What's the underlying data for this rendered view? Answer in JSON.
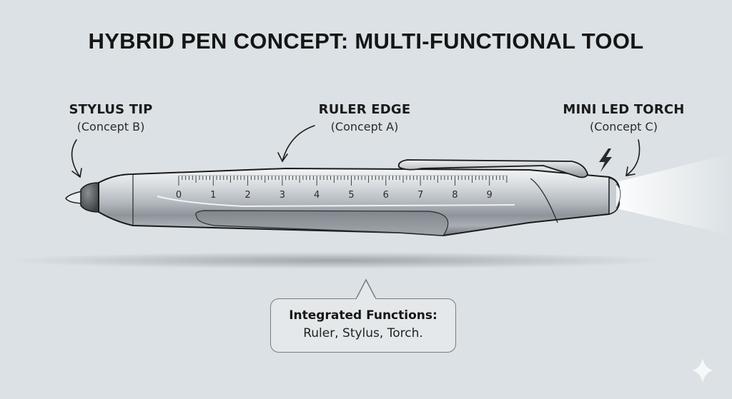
{
  "title": "HYBRID PEN CONCEPT: MULTI-FUNCTIONAL TOOL",
  "labels": {
    "stylus": {
      "head": "STYLUS TIP",
      "sub": "(Concept B)"
    },
    "ruler": {
      "head": "RULER EDGE",
      "sub": "(Concept A)"
    },
    "torch": {
      "head": "MINI LED TORCH",
      "sub": "(Concept C)"
    }
  },
  "ruler": {
    "numbers": [
      "0",
      "1",
      "2",
      "3",
      "4",
      "5",
      "6",
      "7",
      "8",
      "9"
    ]
  },
  "callout": {
    "head": "Integrated Functions:",
    "body": "Ruler, Stylus, Torch."
  },
  "icons": {
    "torch_indicator": "lightning-bolt-icon",
    "corner_mark": "sparkle-icon"
  }
}
